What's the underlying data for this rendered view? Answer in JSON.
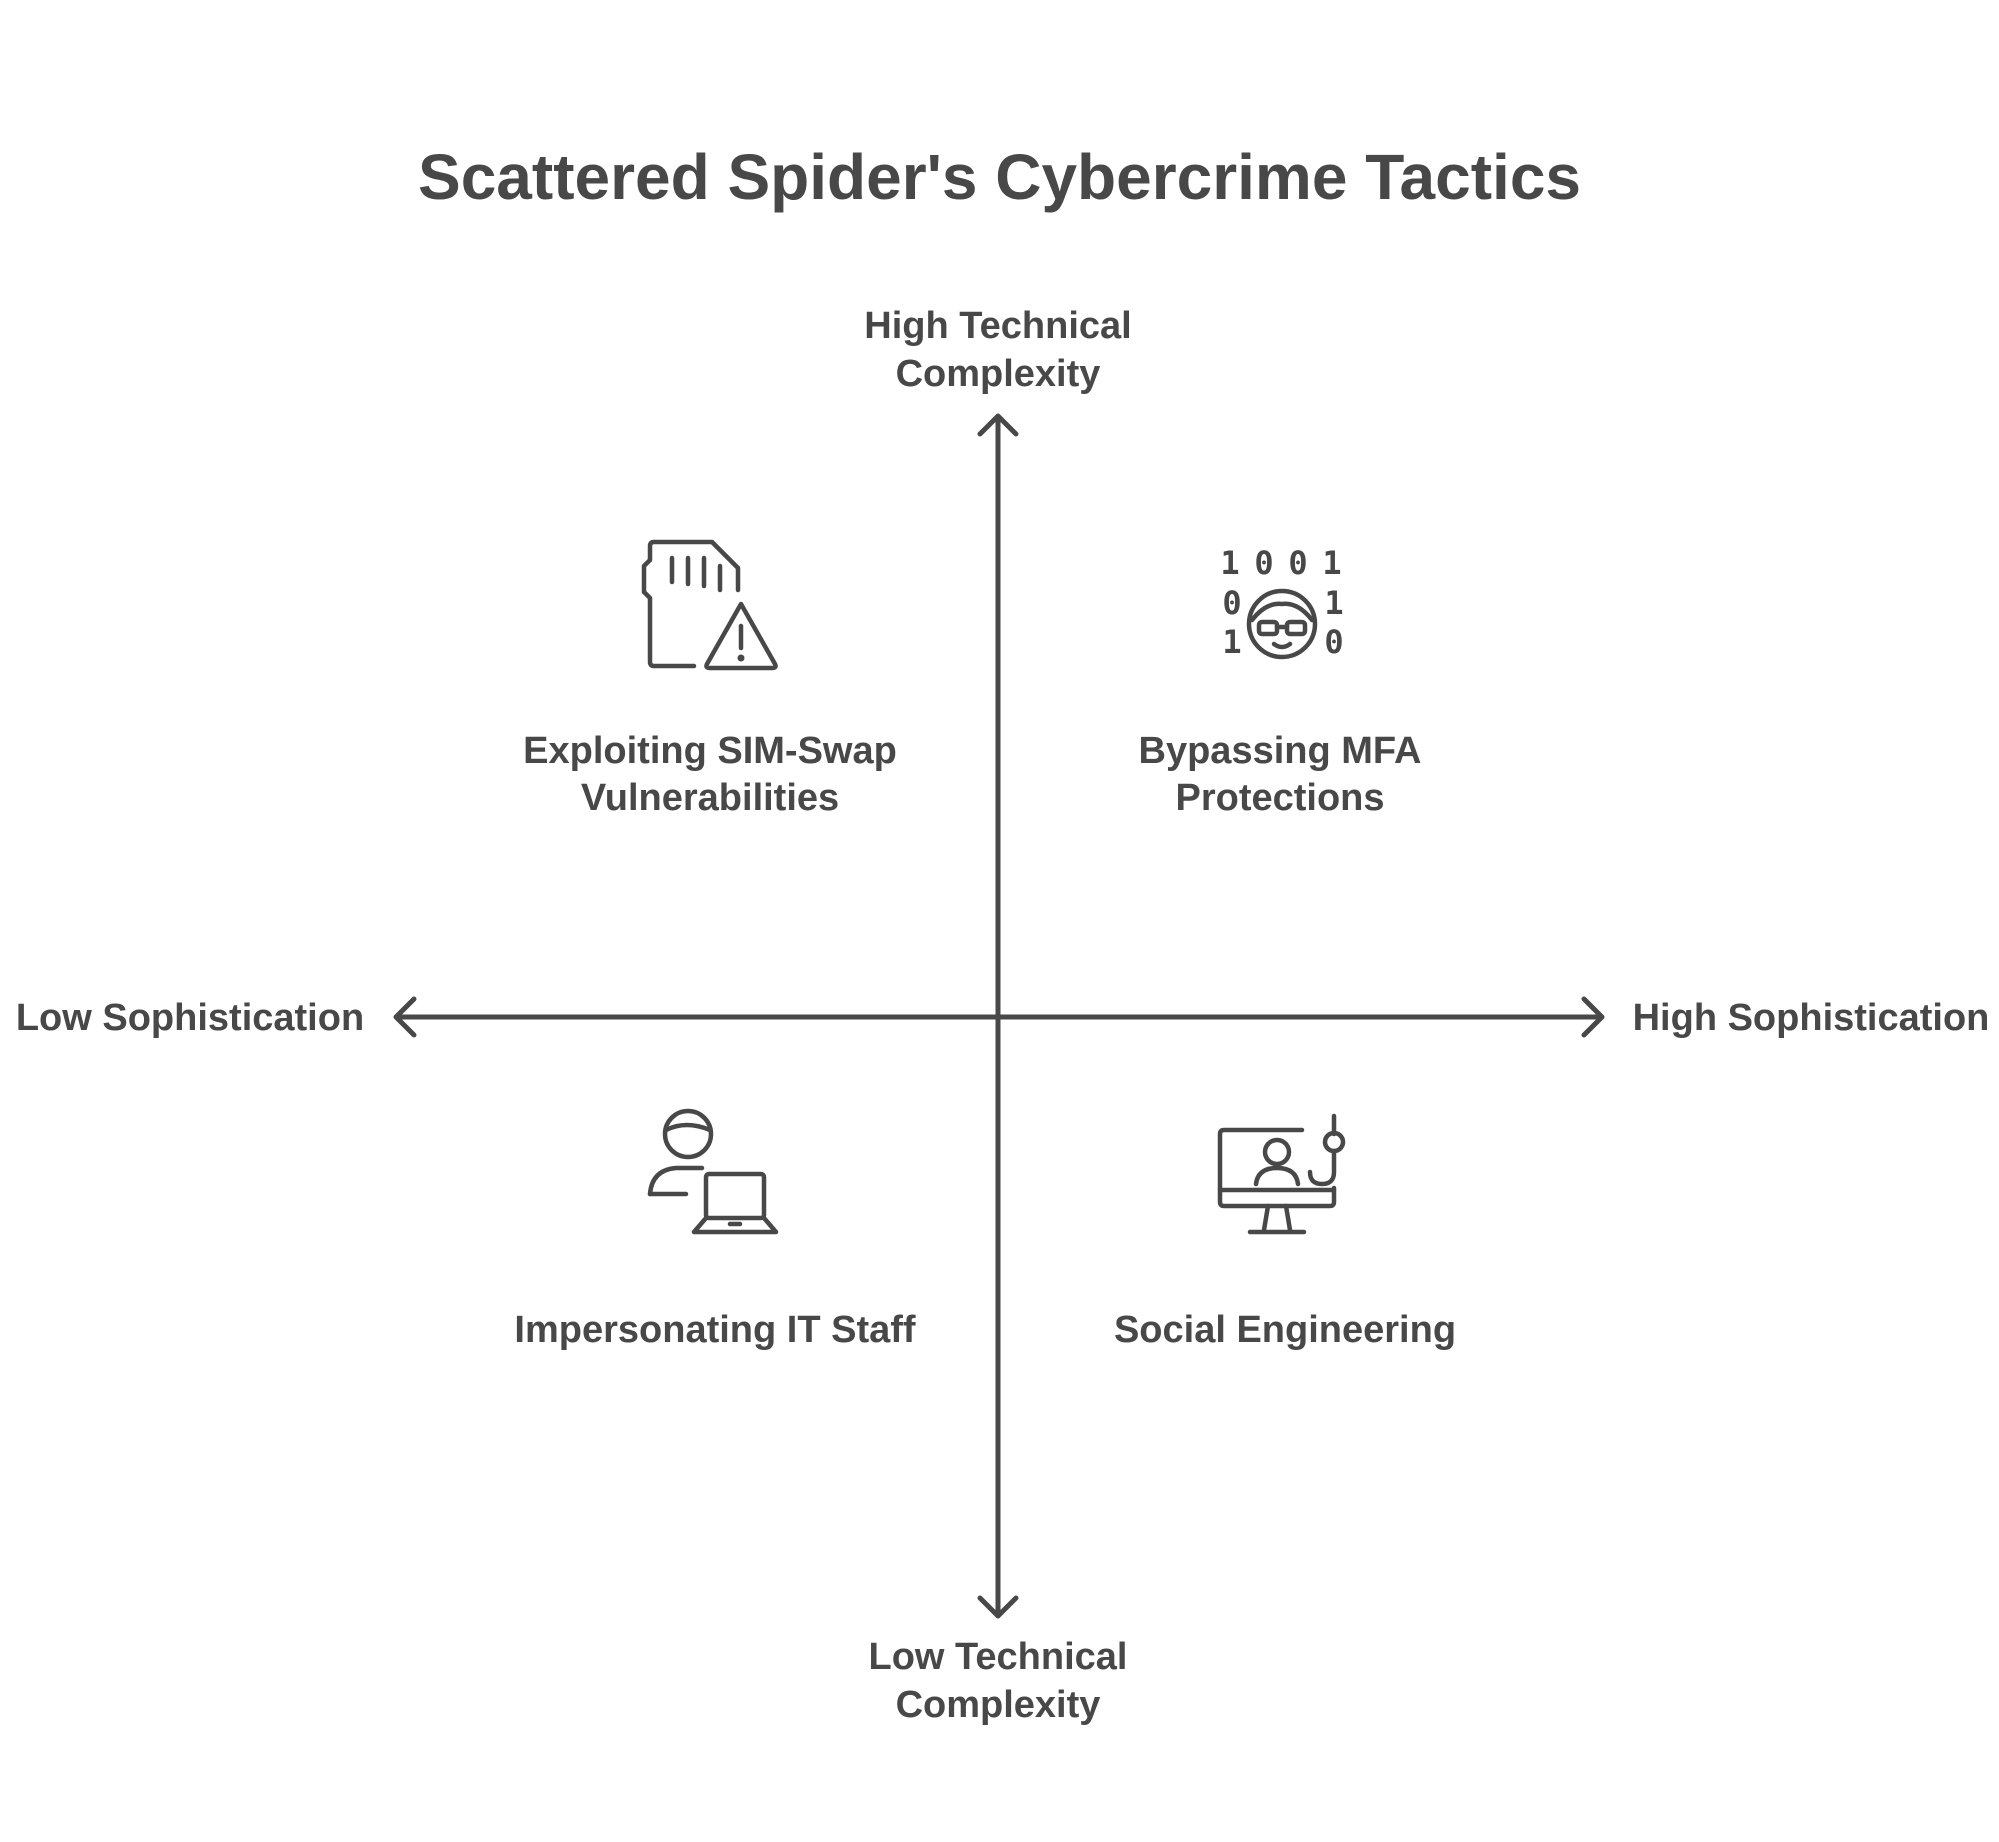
{
  "title": "Scattered Spider's Cybercrime Tactics",
  "axes": {
    "top": "High Technical\nComplexity",
    "bottom": "Low Technical\nComplexity",
    "left": "Low Sophistication",
    "right": "High Sophistication"
  },
  "quadrants": {
    "top_left": {
      "label": "Exploiting SIM-Swap\nVulnerabilities",
      "icon": "sim-card-warning-icon"
    },
    "top_right": {
      "label": "Bypassing MFA\nProtections",
      "icon": "hacker-binary-icon"
    },
    "bottom_left": {
      "label": "Impersonating IT Staff",
      "icon": "person-laptop-icon"
    },
    "bottom_right": {
      "label": "Social Engineering",
      "icon": "monitor-phishing-hook-icon"
    }
  },
  "binary_digits": [
    "1",
    "0",
    "0",
    "1",
    "0",
    "1",
    "1",
    "0"
  ],
  "colors": {
    "ink": "#484848",
    "background": "#ffffff"
  }
}
